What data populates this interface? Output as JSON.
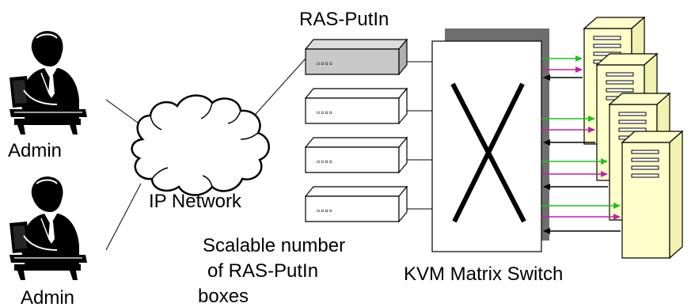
{
  "labels": {
    "admin_top": "Admin",
    "admin_bottom": "Admin",
    "ip_network": "IP Network",
    "ras_putin_title": "RAS-PutIn",
    "scalable_line1": "Scalable number",
    "scalable_line2": "of RAS-PutIn",
    "scalable_line3": "boxes",
    "kvm_switch": "KVM Matrix Switch"
  },
  "diagram": {
    "admins": 2,
    "ras_putin_boxes": 4,
    "servers": 4,
    "port_marks": "▫▫▫▫",
    "arrow_colors": {
      "to_server": "#1fc01f",
      "to_server_alt": "#c01fa8",
      "from_server": "#000000"
    },
    "box_fill_active": "#c8c8c8",
    "server_fill": "#ffffcc",
    "switch_shadow": "#6e6e6e"
  }
}
